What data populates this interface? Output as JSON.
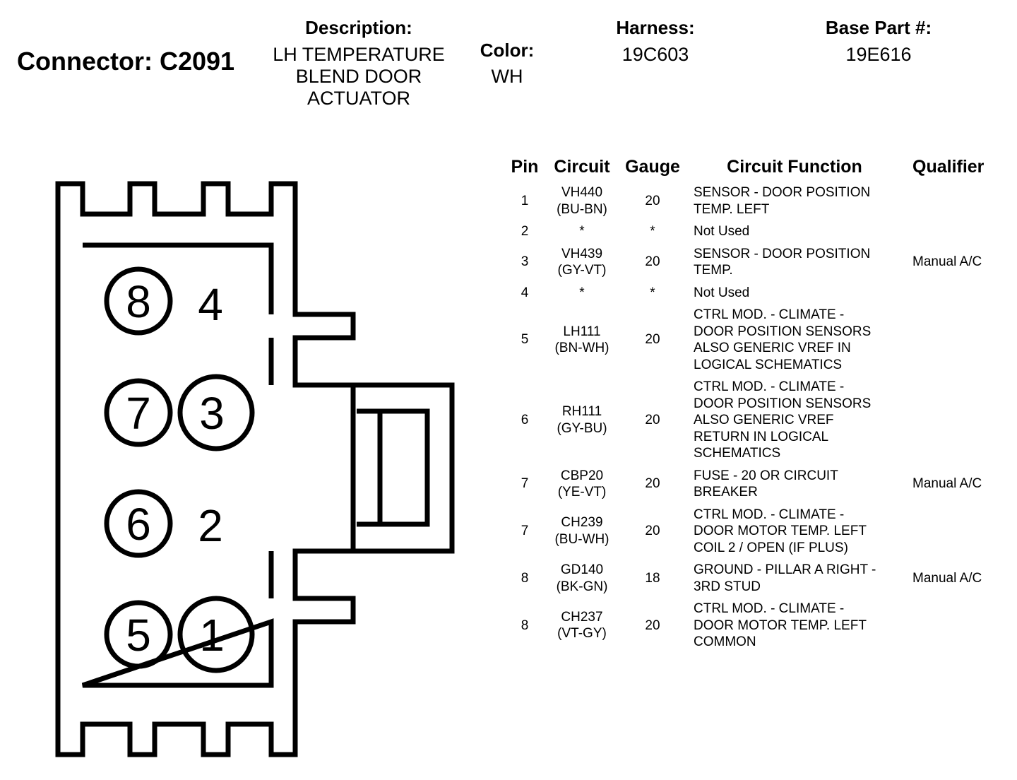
{
  "header": {
    "connector_label": "Connector: C2091",
    "description_label": "Description:",
    "description_lines": [
      "LH TEMPERATURE",
      "BLEND DOOR",
      "ACTUATOR"
    ],
    "color_label": "Color:",
    "color_value": "WH",
    "harness_label": "Harness:",
    "harness_value": "19C603",
    "base_part_label": "Base Part #:",
    "base_part_value": "19E616"
  },
  "connector_face": {
    "pins": [
      {
        "label": "8",
        "circled": true
      },
      {
        "label": "4",
        "circled": false
      },
      {
        "label": "7",
        "circled": true
      },
      {
        "label": "3",
        "circled": true
      },
      {
        "label": "6",
        "circled": true
      },
      {
        "label": "2",
        "circled": false
      },
      {
        "label": "5",
        "circled": true
      },
      {
        "label": "1",
        "circled": true
      }
    ]
  },
  "table": {
    "columns": [
      "Pin",
      "Circuit",
      "Gauge",
      "Circuit Function",
      "Qualifier"
    ],
    "rows": [
      {
        "pin": "1",
        "circuit": [
          "VH440",
          "(BU-BN)"
        ],
        "gauge": "20",
        "function": [
          "SENSOR - DOOR POSITION",
          "TEMP. LEFT"
        ],
        "qualifier": ""
      },
      {
        "pin": "2",
        "circuit": [
          "*"
        ],
        "gauge": "*",
        "function": [
          "Not Used"
        ],
        "qualifier": ""
      },
      {
        "pin": "3",
        "circuit": [
          "VH439",
          "(GY-VT)"
        ],
        "gauge": "20",
        "function": [
          "SENSOR - DOOR POSITION",
          "TEMP."
        ],
        "qualifier": "Manual A/C"
      },
      {
        "pin": "4",
        "circuit": [
          "*"
        ],
        "gauge": "*",
        "function": [
          "Not Used"
        ],
        "qualifier": ""
      },
      {
        "pin": "5",
        "circuit": [
          "LH111",
          "(BN-WH)"
        ],
        "gauge": "20",
        "function": [
          "CTRL MOD. - CLIMATE -",
          "DOOR POSITION SENSORS",
          "ALSO GENERIC VREF IN",
          "LOGICAL SCHEMATICS"
        ],
        "qualifier": ""
      },
      {
        "pin": "6",
        "circuit": [
          "RH111",
          "(GY-BU)"
        ],
        "gauge": "20",
        "function": [
          "CTRL MOD. - CLIMATE -",
          "DOOR POSITION SENSORS",
          "ALSO GENERIC VREF",
          "RETURN IN LOGICAL",
          "SCHEMATICS"
        ],
        "qualifier": ""
      },
      {
        "pin": "7",
        "circuit": [
          "CBP20",
          "(YE-VT)"
        ],
        "gauge": "20",
        "function": [
          "FUSE - 20 OR CIRCUIT",
          "BREAKER"
        ],
        "qualifier": "Manual A/C"
      },
      {
        "pin": "7",
        "circuit": [
          "CH239",
          "(BU-WH)"
        ],
        "gauge": "20",
        "function": [
          "CTRL MOD. - CLIMATE -",
          "DOOR MOTOR TEMP. LEFT",
          "COIL 2 / OPEN (IF PLUS)"
        ],
        "qualifier": ""
      },
      {
        "pin": "8",
        "circuit": [
          "GD140",
          "(BK-GN)"
        ],
        "gauge": "18",
        "function": [
          "GROUND - PILLAR A RIGHT -",
          "3RD STUD"
        ],
        "qualifier": "Manual A/C"
      },
      {
        "pin": "8",
        "circuit": [
          "CH237",
          "(VT-GY)"
        ],
        "gauge": "20",
        "function": [
          "CTRL MOD. - CLIMATE -",
          "DOOR MOTOR TEMP. LEFT",
          "COMMON"
        ],
        "qualifier": ""
      }
    ]
  }
}
